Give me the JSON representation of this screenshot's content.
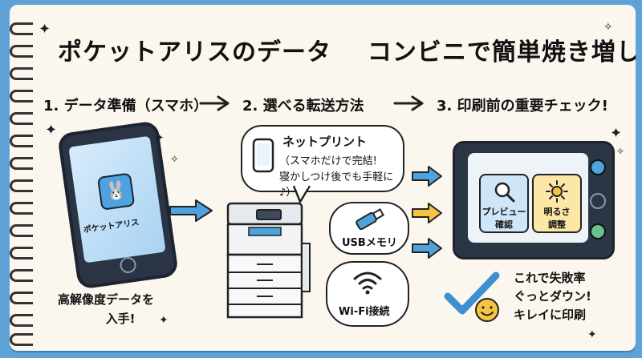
{
  "title": {
    "part1": "ポケットアリスのデータ",
    "part2": "コンビニで簡単焼き増し!"
  },
  "steps": [
    {
      "label": "1. データ準備（スマホ）"
    },
    {
      "label": "2. 選べる転送方法"
    },
    {
      "label": "3. 印刷前の重要チェック!"
    }
  ],
  "phone": {
    "app_label": "ポケットアリス",
    "caption_lines": [
      "高解像度データを",
      "入手!"
    ]
  },
  "transfer": {
    "netprint": {
      "title": "ネットプリント",
      "line1": "（スマホだけで完結!",
      "line2": "寝かしつけ後でも手軽に♪）"
    },
    "usb": {
      "label": "USBメモリ"
    },
    "wifi": {
      "label": "Wi-Fi接続"
    }
  },
  "check": {
    "preview": {
      "line1": "プレビュー",
      "line2": "確認"
    },
    "brightness": {
      "line1": "明るさ",
      "line2": "調整"
    },
    "result_lines": [
      "これで失敗率",
      "ぐっとダウン!",
      "キレイに印刷"
    ]
  },
  "colors": {
    "background": "#5fa3d6",
    "paper": "#fbf7ee",
    "accent_blue": "#4ea2dd",
    "accent_yellow": "#f4c542",
    "highlight_blue": "#bfe0f5",
    "highlight_yellow": "#fbe3a8",
    "ink": "#111111"
  },
  "icons": [
    "phone-icon",
    "rabbit-icon",
    "printer-icon",
    "usb-icon",
    "wifi-icon",
    "search-icon",
    "sun-icon",
    "checkmark-icon",
    "smiley-icon",
    "sparkle-icon",
    "arrow-right-icon"
  ]
}
